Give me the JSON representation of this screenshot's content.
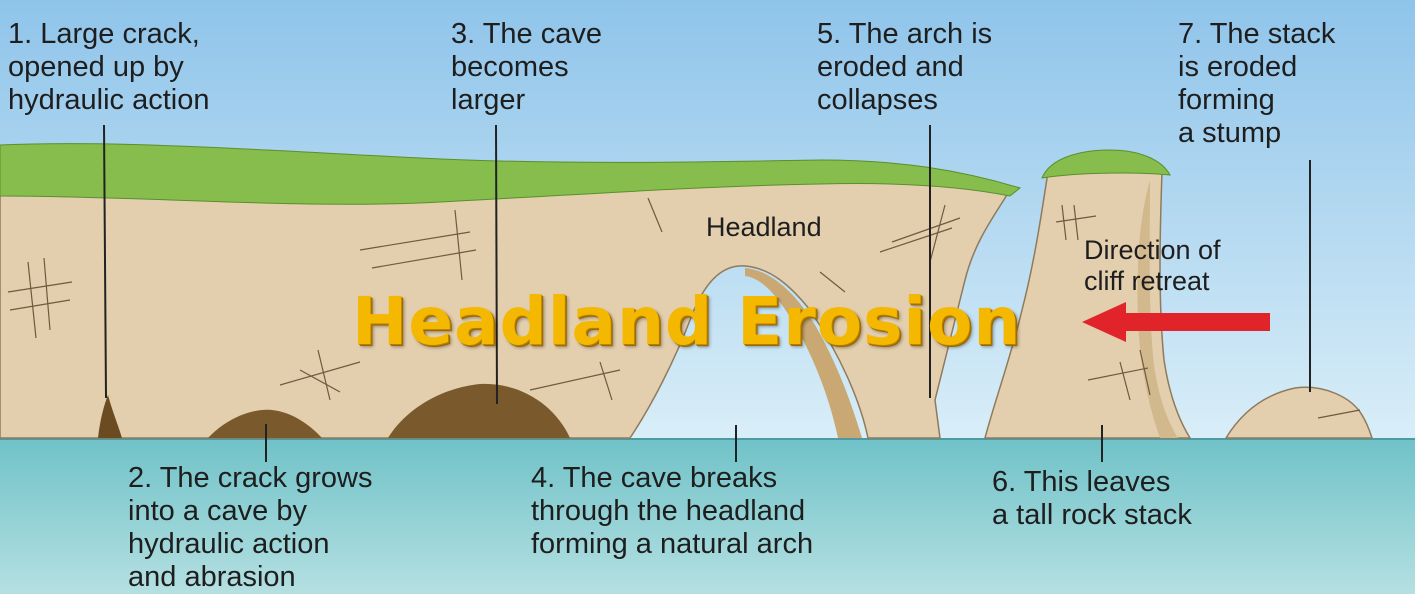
{
  "title": "Headland Erosion",
  "labels": {
    "step1": [
      "1. Large crack,",
      "opened up by",
      "hydraulic action"
    ],
    "step2": [
      "2. The crack grows",
      "into a cave by",
      "hydraulic action",
      "and abrasion"
    ],
    "step3": [
      "3. The cave",
      "becomes",
      "larger"
    ],
    "step4": [
      "4. The cave breaks",
      "through the headland",
      "forming a natural arch"
    ],
    "step5": [
      "5. The arch is",
      "eroded and",
      "collapses"
    ],
    "step6": [
      "6. This leaves",
      "a tall rock stack"
    ],
    "step7": [
      "7. The stack",
      "is eroded",
      "forming",
      "a stump"
    ],
    "headland": "Headland",
    "direction": [
      "Direction of",
      "cliff retreat"
    ]
  },
  "colors": {
    "sky": "#a9d3ee",
    "sea": "#8ecfd3",
    "rock": "#e3cfae",
    "grass": "#7cb342",
    "cave": "#7a5a2c",
    "arrow": "#e0242a",
    "title": "#f5b800"
  }
}
